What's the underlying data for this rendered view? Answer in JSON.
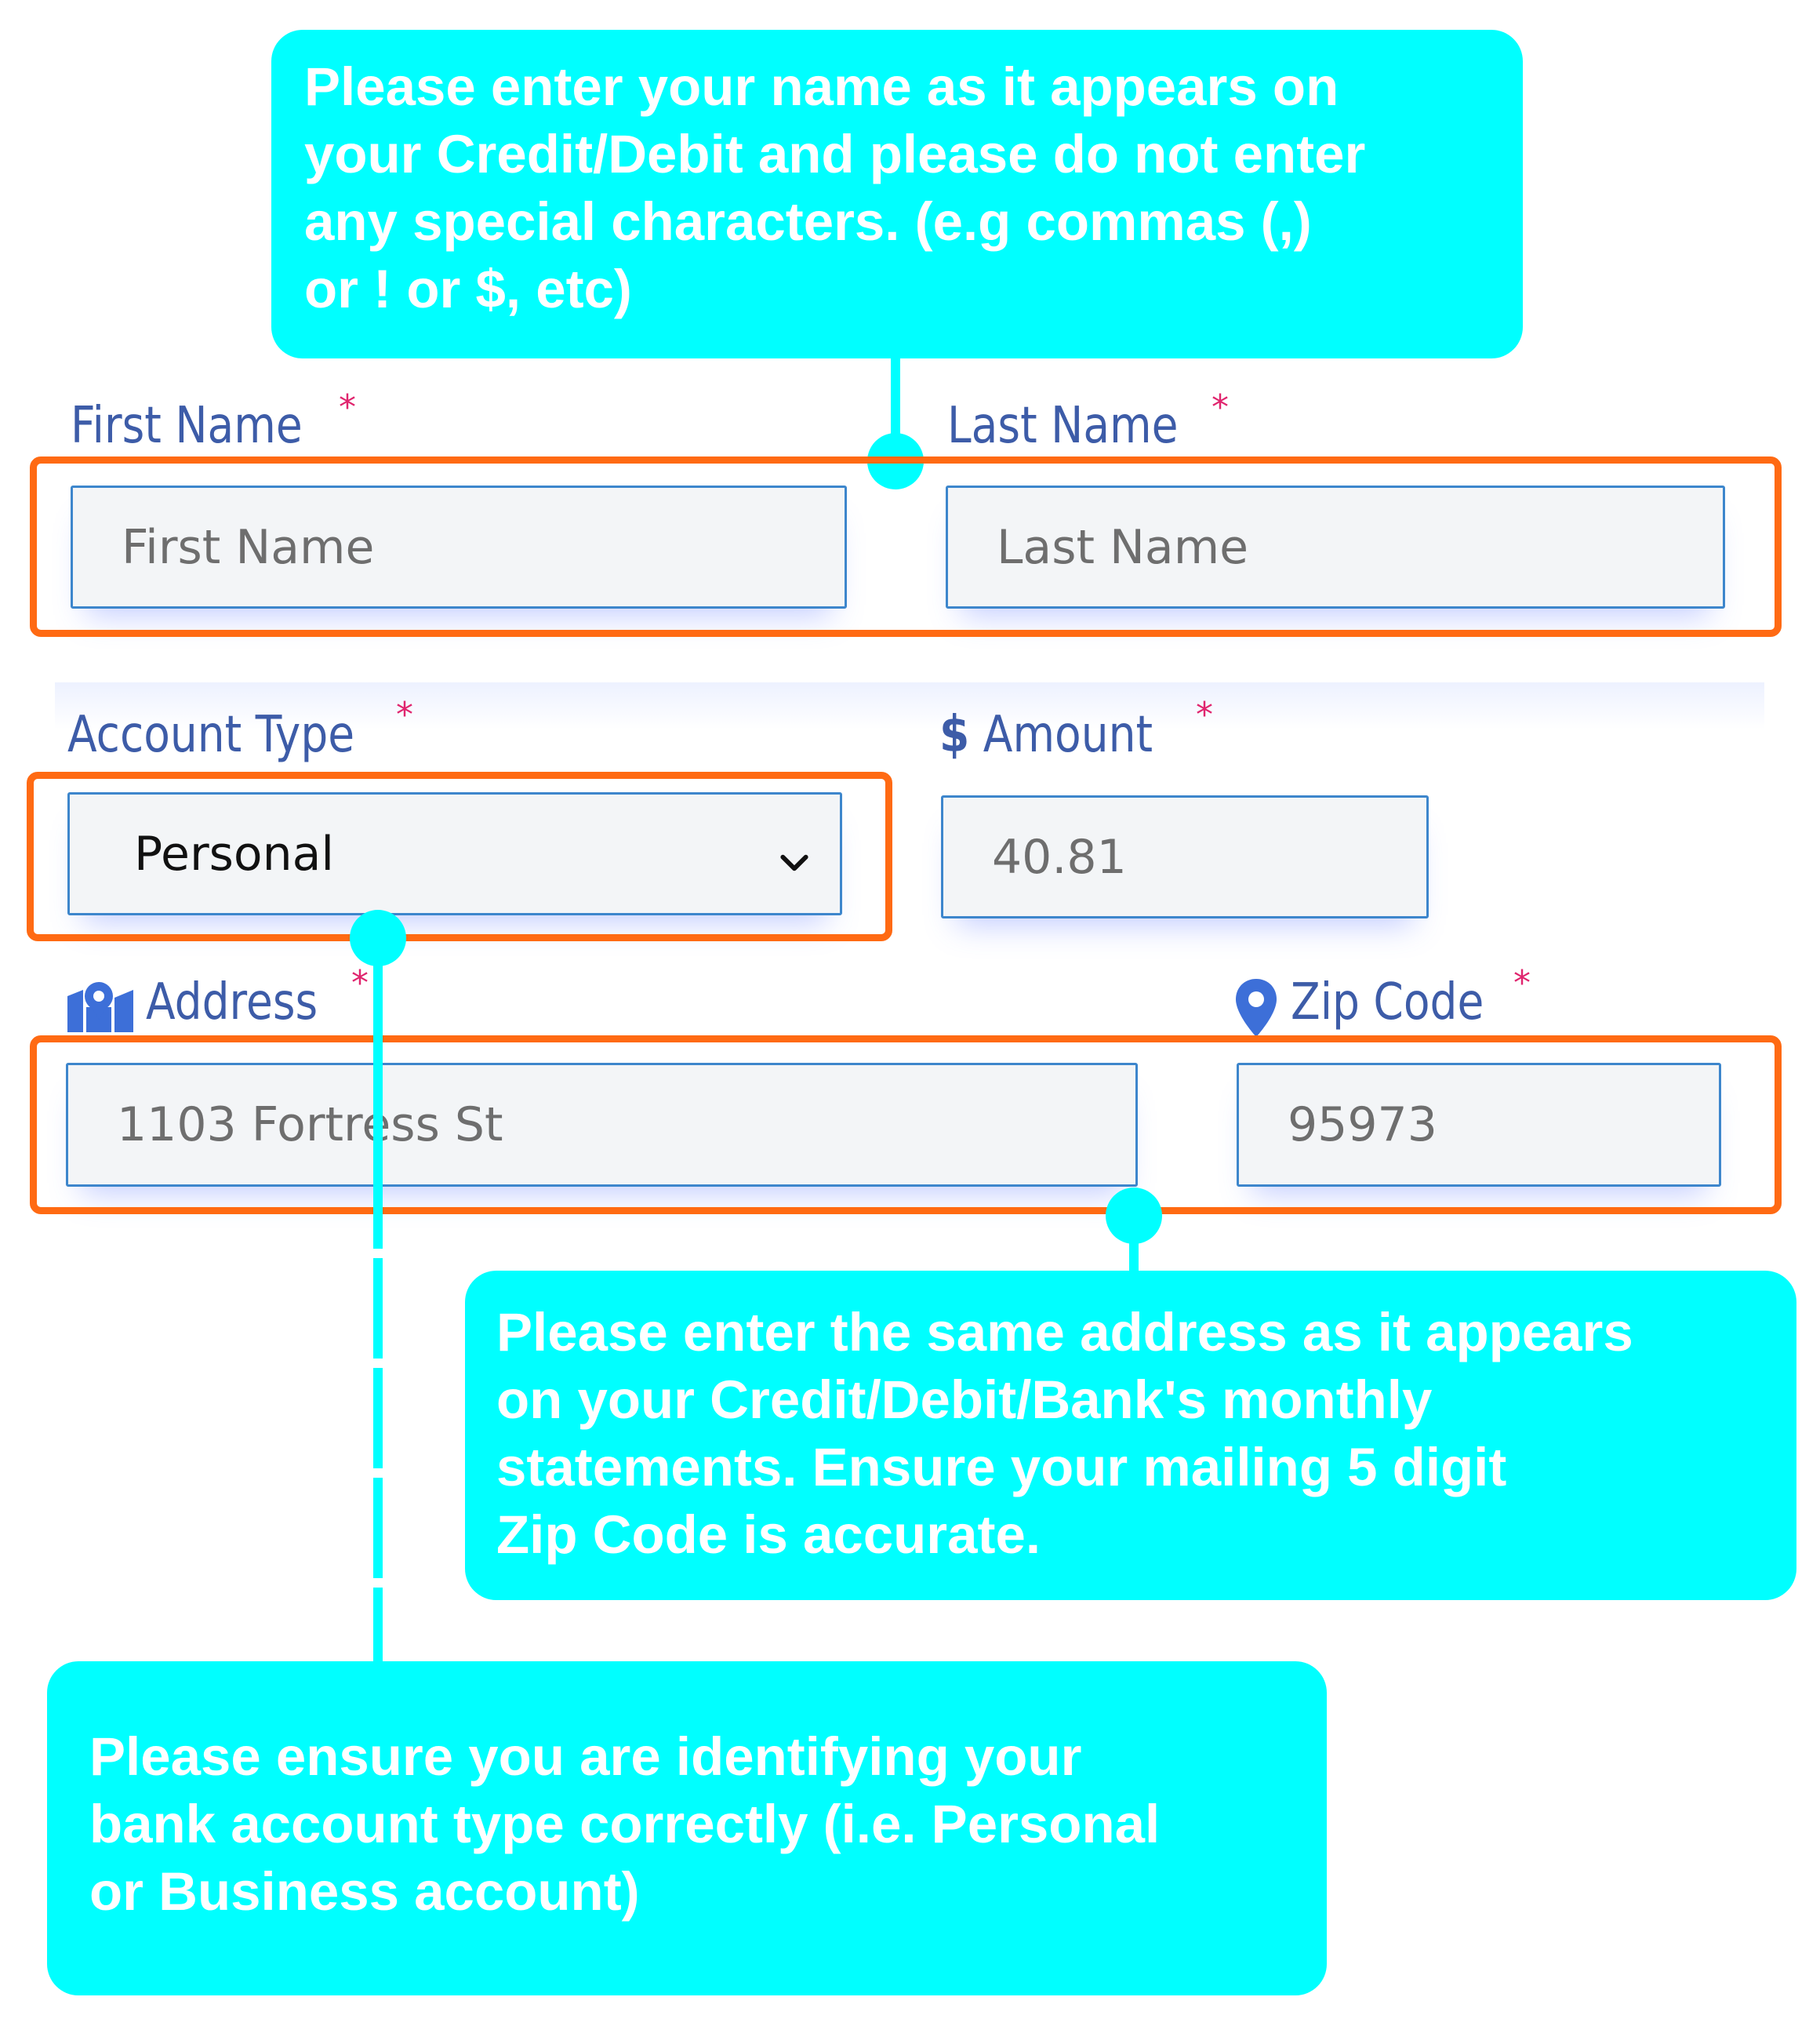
{
  "callouts": {
    "name_tip": "Please enter your name as it appears on\nyour Credit/Debit and please do not enter\nany special characters. (e.g commas (,)\nor ! or $, etc)",
    "address_tip": "Please enter the same address as it appears\non your Credit/Debit/Bank's monthly\nstatements. Ensure your mailing 5 digit\nZip Code is accurate.",
    "account_tip": "Please ensure you are identifying your\nbank account type correctly (i.e. Personal\nor Business  account)"
  },
  "form": {
    "first_name": {
      "label": "First Name",
      "required_mark": "*",
      "placeholder": "First Name",
      "value": ""
    },
    "last_name": {
      "label": "Last Name",
      "required_mark": "*",
      "placeholder": "Last Name",
      "value": ""
    },
    "account_type": {
      "label": "Account Type",
      "required_mark": "*",
      "selected": "Personal"
    },
    "amount": {
      "label": "Amount",
      "currency_symbol": "$",
      "required_mark": "*",
      "value": "40.81"
    },
    "address": {
      "label": "Address",
      "icon": "map-icon",
      "required_mark": "*",
      "value": "1103 Fortress St"
    },
    "zip_code": {
      "label": "Zip Code",
      "icon": "map-pin-icon",
      "required_mark": "*",
      "value": "95973"
    }
  },
  "colors": {
    "callout_bg": "#00ffff",
    "highlight": "#ff6a13",
    "label": "#3d5ca8",
    "required": "#e0256e",
    "field_border": "#3d86cc"
  }
}
